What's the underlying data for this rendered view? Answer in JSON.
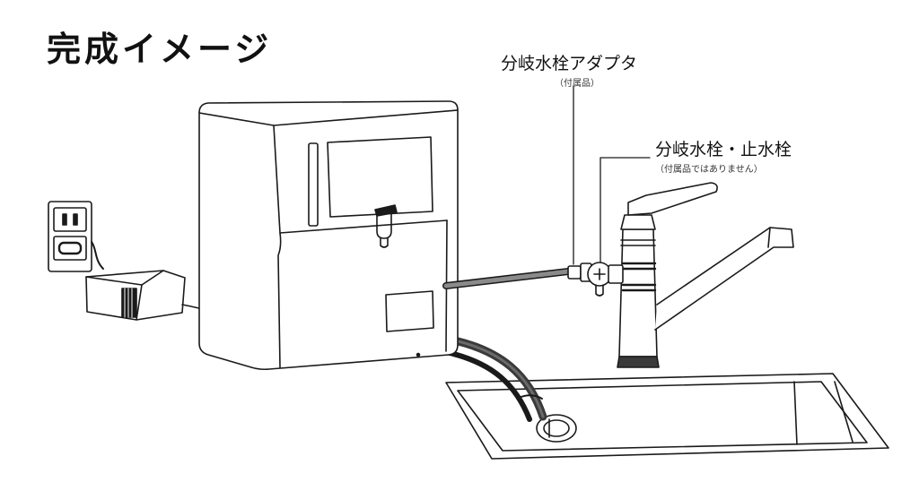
{
  "title": "完成イメージ",
  "callouts": {
    "adapter": {
      "label": "分岐水栓アダプタ",
      "note": "（付属品）"
    },
    "faucet": {
      "label": "分岐水栓・止水栓",
      "note": "（付属品ではありません）"
    }
  },
  "colors": {
    "line": "#1a1a1a",
    "hose_gray": "#8a8a8a",
    "hose_dark": "#3a3a3a",
    "fill": "#ffffff"
  }
}
